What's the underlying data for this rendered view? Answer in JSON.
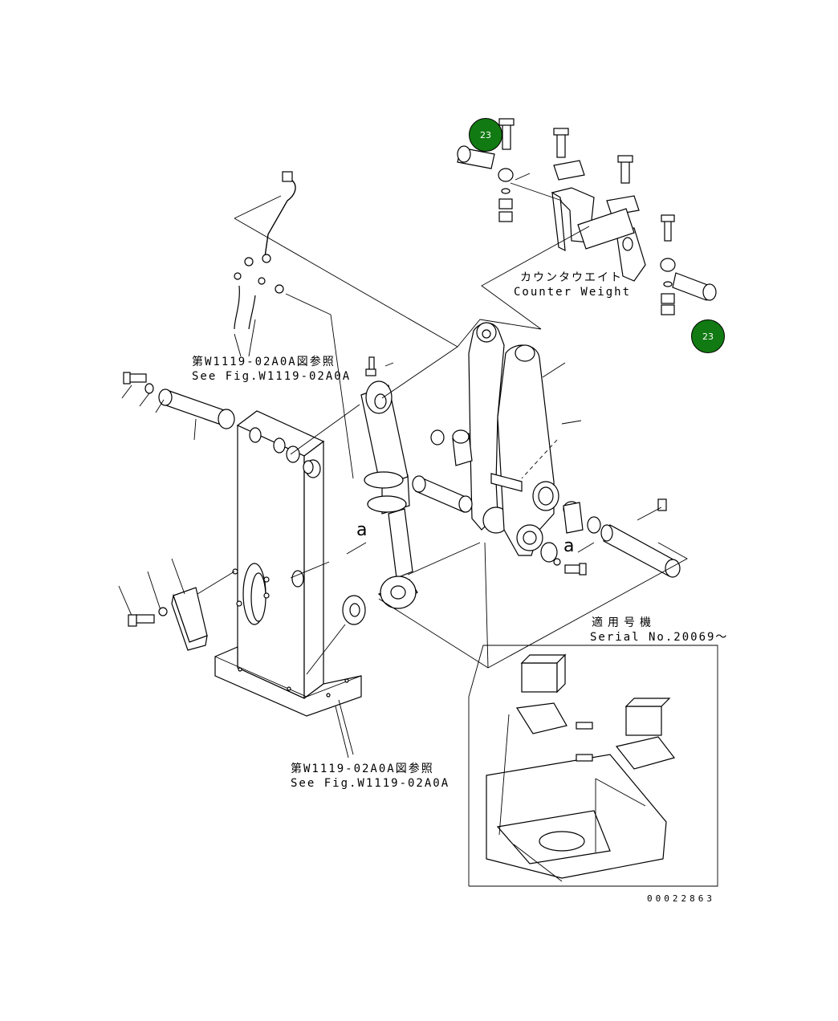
{
  "callouts": [
    {
      "label": "23"
    },
    {
      "label": "23"
    }
  ],
  "counter_weight": {
    "jp": "カウンタウエイト",
    "en": "Counter Weight"
  },
  "reference_upper": {
    "jp": "第W1119-02A0A図参照",
    "en": "See Fig.W1119-02A0A"
  },
  "reference_lower": {
    "jp": "第W1119-02A0A図参照",
    "en": "See Fig.W1119-02A0A"
  },
  "serial_note": {
    "jp": "適用号機",
    "en": "Serial No.20069～"
  },
  "detail_markers": [
    "a",
    "a"
  ],
  "drawing_number": "00022863",
  "badge_color": "#127a12"
}
